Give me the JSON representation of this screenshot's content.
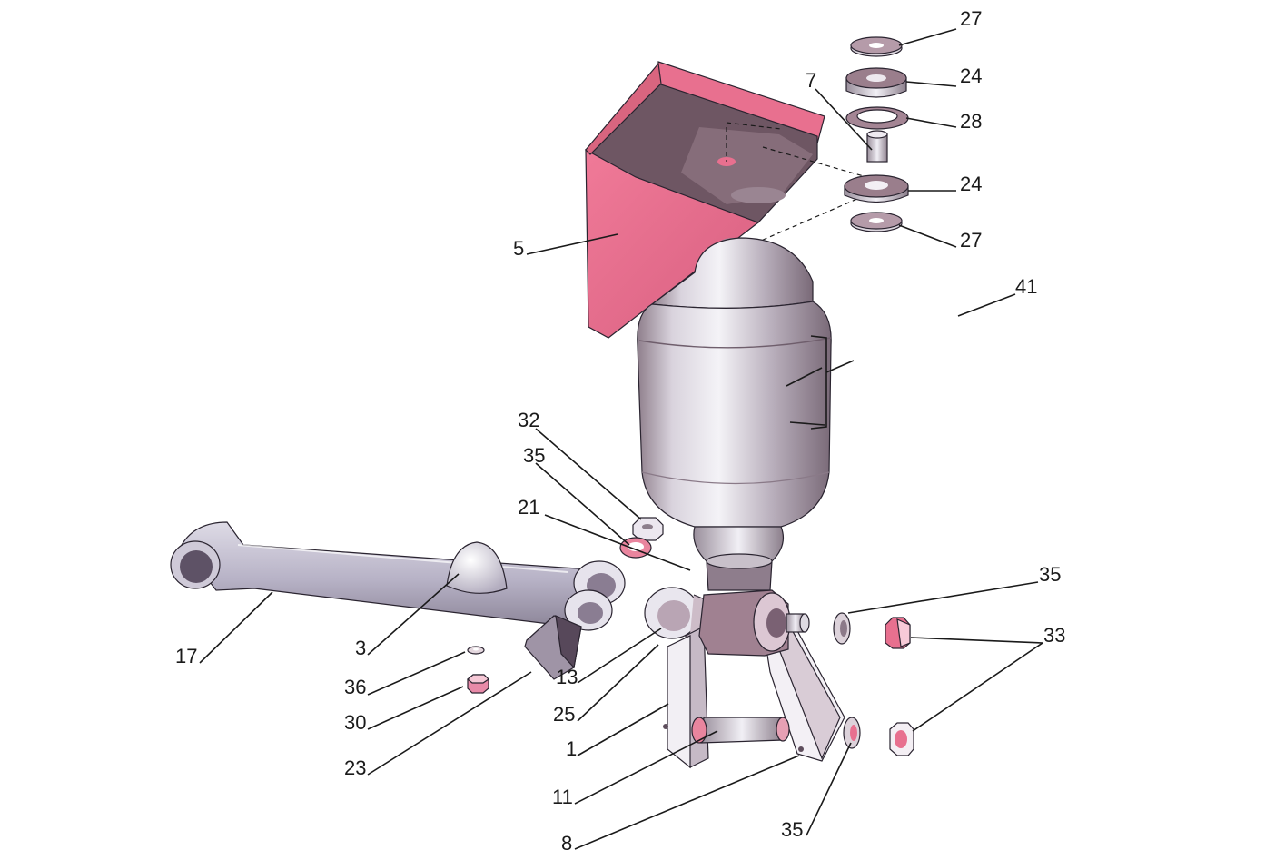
{
  "diagram": {
    "callouts": [
      {
        "id": "c27a",
        "text": "27"
      },
      {
        "id": "c24a",
        "text": "24"
      },
      {
        "id": "c7",
        "text": "7"
      },
      {
        "id": "c28",
        "text": "28"
      },
      {
        "id": "c24b",
        "text": "24"
      },
      {
        "id": "c27b",
        "text": "27"
      },
      {
        "id": "c5",
        "text": "5"
      },
      {
        "id": "c41",
        "text": "41"
      },
      {
        "id": "c32",
        "text": "32"
      },
      {
        "id": "c35a",
        "text": "35"
      },
      {
        "id": "c21",
        "text": "21"
      },
      {
        "id": "c35b",
        "text": "35"
      },
      {
        "id": "c33",
        "text": "33"
      },
      {
        "id": "c17",
        "text": "17"
      },
      {
        "id": "c3",
        "text": "3"
      },
      {
        "id": "c36",
        "text": "36"
      },
      {
        "id": "c30",
        "text": "30"
      },
      {
        "id": "c23",
        "text": "23"
      },
      {
        "id": "c13",
        "text": "13"
      },
      {
        "id": "c25",
        "text": "25"
      },
      {
        "id": "c1",
        "text": "1"
      },
      {
        "id": "c11",
        "text": "11"
      },
      {
        "id": "c8",
        "text": "8"
      },
      {
        "id": "c35c",
        "text": "35"
      }
    ],
    "colors": {
      "accent_pink": "#e8708f",
      "metal_light": "#ecebf2",
      "metal_mid": "#b9b4c4",
      "metal_dark": "#6b5a68",
      "line": "#1a1a1a"
    }
  }
}
